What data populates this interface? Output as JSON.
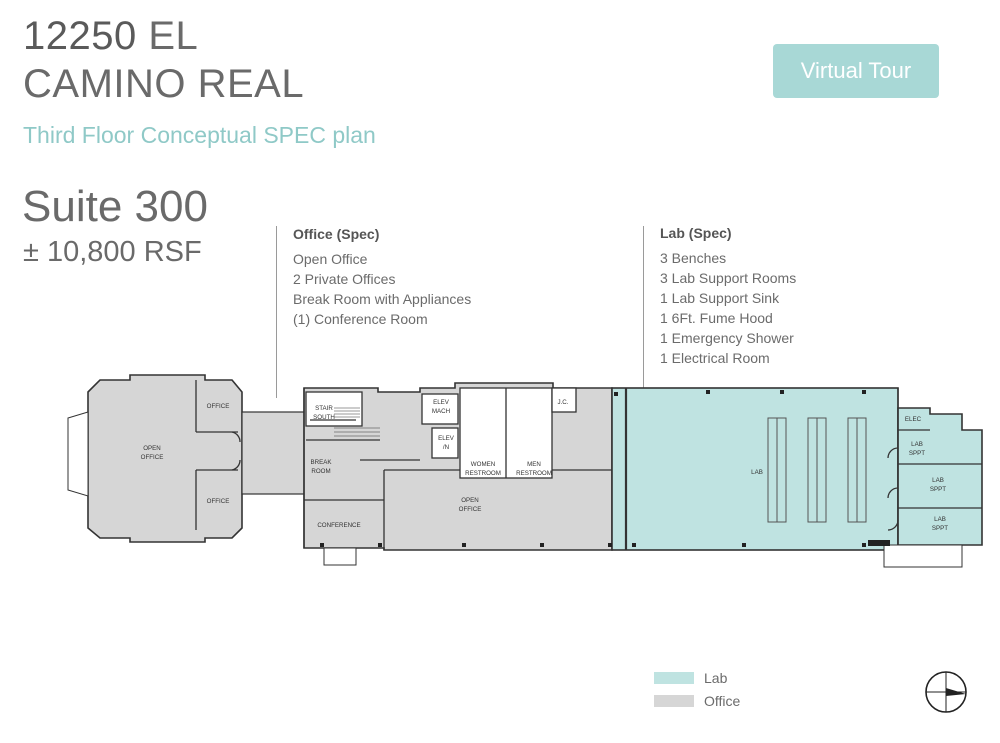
{
  "header": {
    "address_number": "12250",
    "address_line1_rest": "EL",
    "address_line2": "CAMINO REAL",
    "subtitle": "Third Floor Conceptual SPEC plan",
    "virtual_tour_label": "Virtual Tour"
  },
  "suite": {
    "name": "Suite 300",
    "area": "± 10,800 RSF"
  },
  "office_spec": {
    "heading": "Office (Spec)",
    "items": [
      "Open Office",
      "2 Private Offices",
      "Break Room with Appliances",
      "(1) Conference Room"
    ]
  },
  "lab_spec": {
    "heading": "Lab  (Spec)",
    "items": [
      "3 Benches",
      "3 Lab Support Rooms",
      "1 Lab Support Sink",
      "1 6Ft. Fume Hood",
      "1 Emergency Shower",
      "1 Electrical Room"
    ]
  },
  "plan_labels": {
    "open_office_left_1": "OPEN",
    "open_office_left_2": "OFFICE",
    "office_top": "OFFICE",
    "office_bottom": "OFFICE",
    "stair_1": "STAIR",
    "stair_2": "SOUTH",
    "break_1": "BREAK",
    "break_2": "ROOM",
    "conference": "CONFERENCE",
    "elev_mach_1": "ELEV",
    "elev_mach_2": "MACH",
    "elev_1": "ELEV",
    "elev_2": "/N",
    "women_1": "WOMEN",
    "women_2": "RESTROOM",
    "men_1": "MEN",
    "men_2": "RESTROOM",
    "jc": "J.C.",
    "open_office_center_1": "OPEN",
    "open_office_center_2": "OFFICE",
    "lab": "LAB",
    "elec": "ELEC",
    "lab_sppt_a_1": "LAB",
    "lab_sppt_a_2": "SPPT",
    "lab_sppt_b_1": "LAB",
    "lab_sppt_b_2": "SPPT",
    "lab_sppt_c_1": "LAB",
    "lab_sppt_c_2": "SPPT"
  },
  "legend": {
    "items": [
      {
        "label": "Lab",
        "color": "#bfe3e1"
      },
      {
        "label": "Office",
        "color": "#d6d6d6"
      }
    ]
  },
  "colors": {
    "lab_fill": "#bfe3e1",
    "office_fill": "#d6d6d6",
    "accent": "#a8d8d6"
  },
  "icons": {
    "compass": "north-arrow-icon"
  }
}
